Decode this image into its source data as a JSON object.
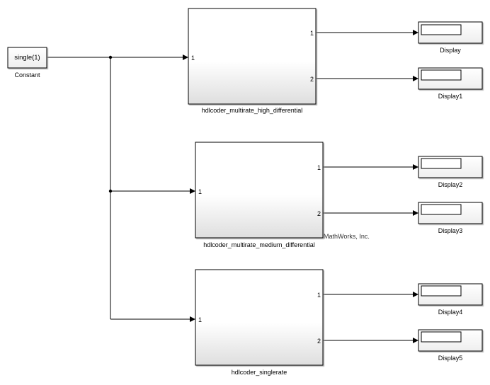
{
  "constant": {
    "value_text": "single(1)",
    "name": "Constant"
  },
  "subsystems": [
    {
      "name": "hdlcoder_multirate_high_differential",
      "input_port": "1",
      "output_ports": [
        "1",
        "2"
      ]
    },
    {
      "name": "hdlcoder_multirate_medium_differential",
      "input_port": "1",
      "output_ports": [
        "1",
        "2"
      ]
    },
    {
      "name": "hdlcoder_singlerate",
      "input_port": "1",
      "output_ports": [
        "1",
        "2"
      ]
    }
  ],
  "displays": [
    {
      "name": "Display"
    },
    {
      "name": "Display1"
    },
    {
      "name": "Display2"
    },
    {
      "name": "Display3"
    },
    {
      "name": "Display4"
    },
    {
      "name": "Display5"
    }
  ],
  "background_text": "MathWorks, Inc."
}
